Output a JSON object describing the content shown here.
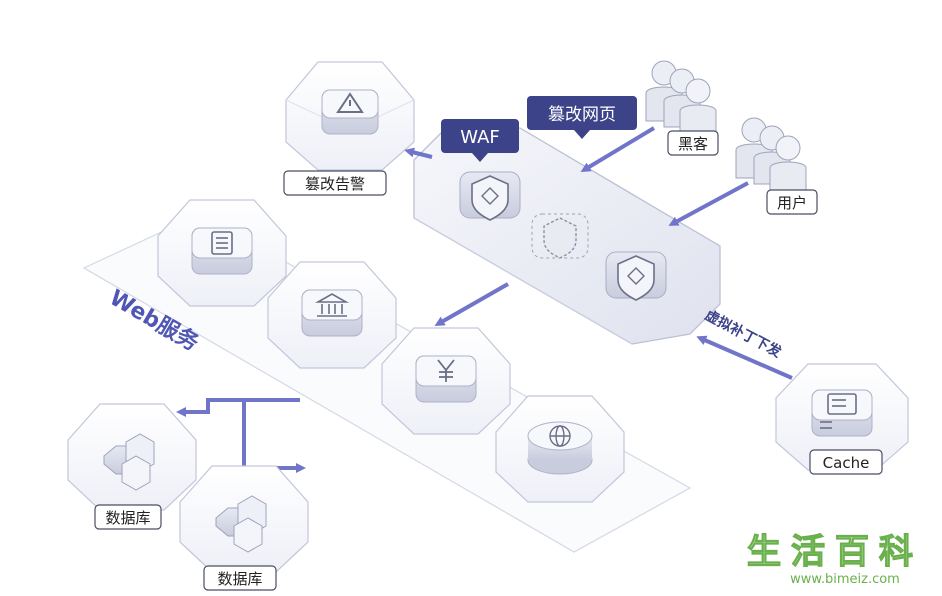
{
  "labels": {
    "waf": "WAF",
    "tamper_page": "篡改网页",
    "hacker": "黑客",
    "user": "用户",
    "tamper_alert": "篡改告警",
    "web_service": "Web服务",
    "virtual_patch": "虚拟补丁下发",
    "cache": "Cache",
    "database_1": "数据库",
    "database_2": "数据库"
  },
  "watermark": {
    "title": "生活百科",
    "url": "www.bimeiz.com"
  },
  "colors": {
    "accent": "#7075c9",
    "badge_dark": "#3c4388",
    "outline": "#b9bcd3",
    "green_watermark": "#6ab04c"
  },
  "icons": {
    "alert": "warning-triangle-icon",
    "waf_shield": "shield-icon",
    "server_list": "document-list-icon",
    "bank": "bank-icon",
    "currency": "yen-icon",
    "globe": "globe-icon",
    "database": "database-cluster-icon",
    "cache": "cache-server-icon",
    "person": "person-group-icon"
  }
}
